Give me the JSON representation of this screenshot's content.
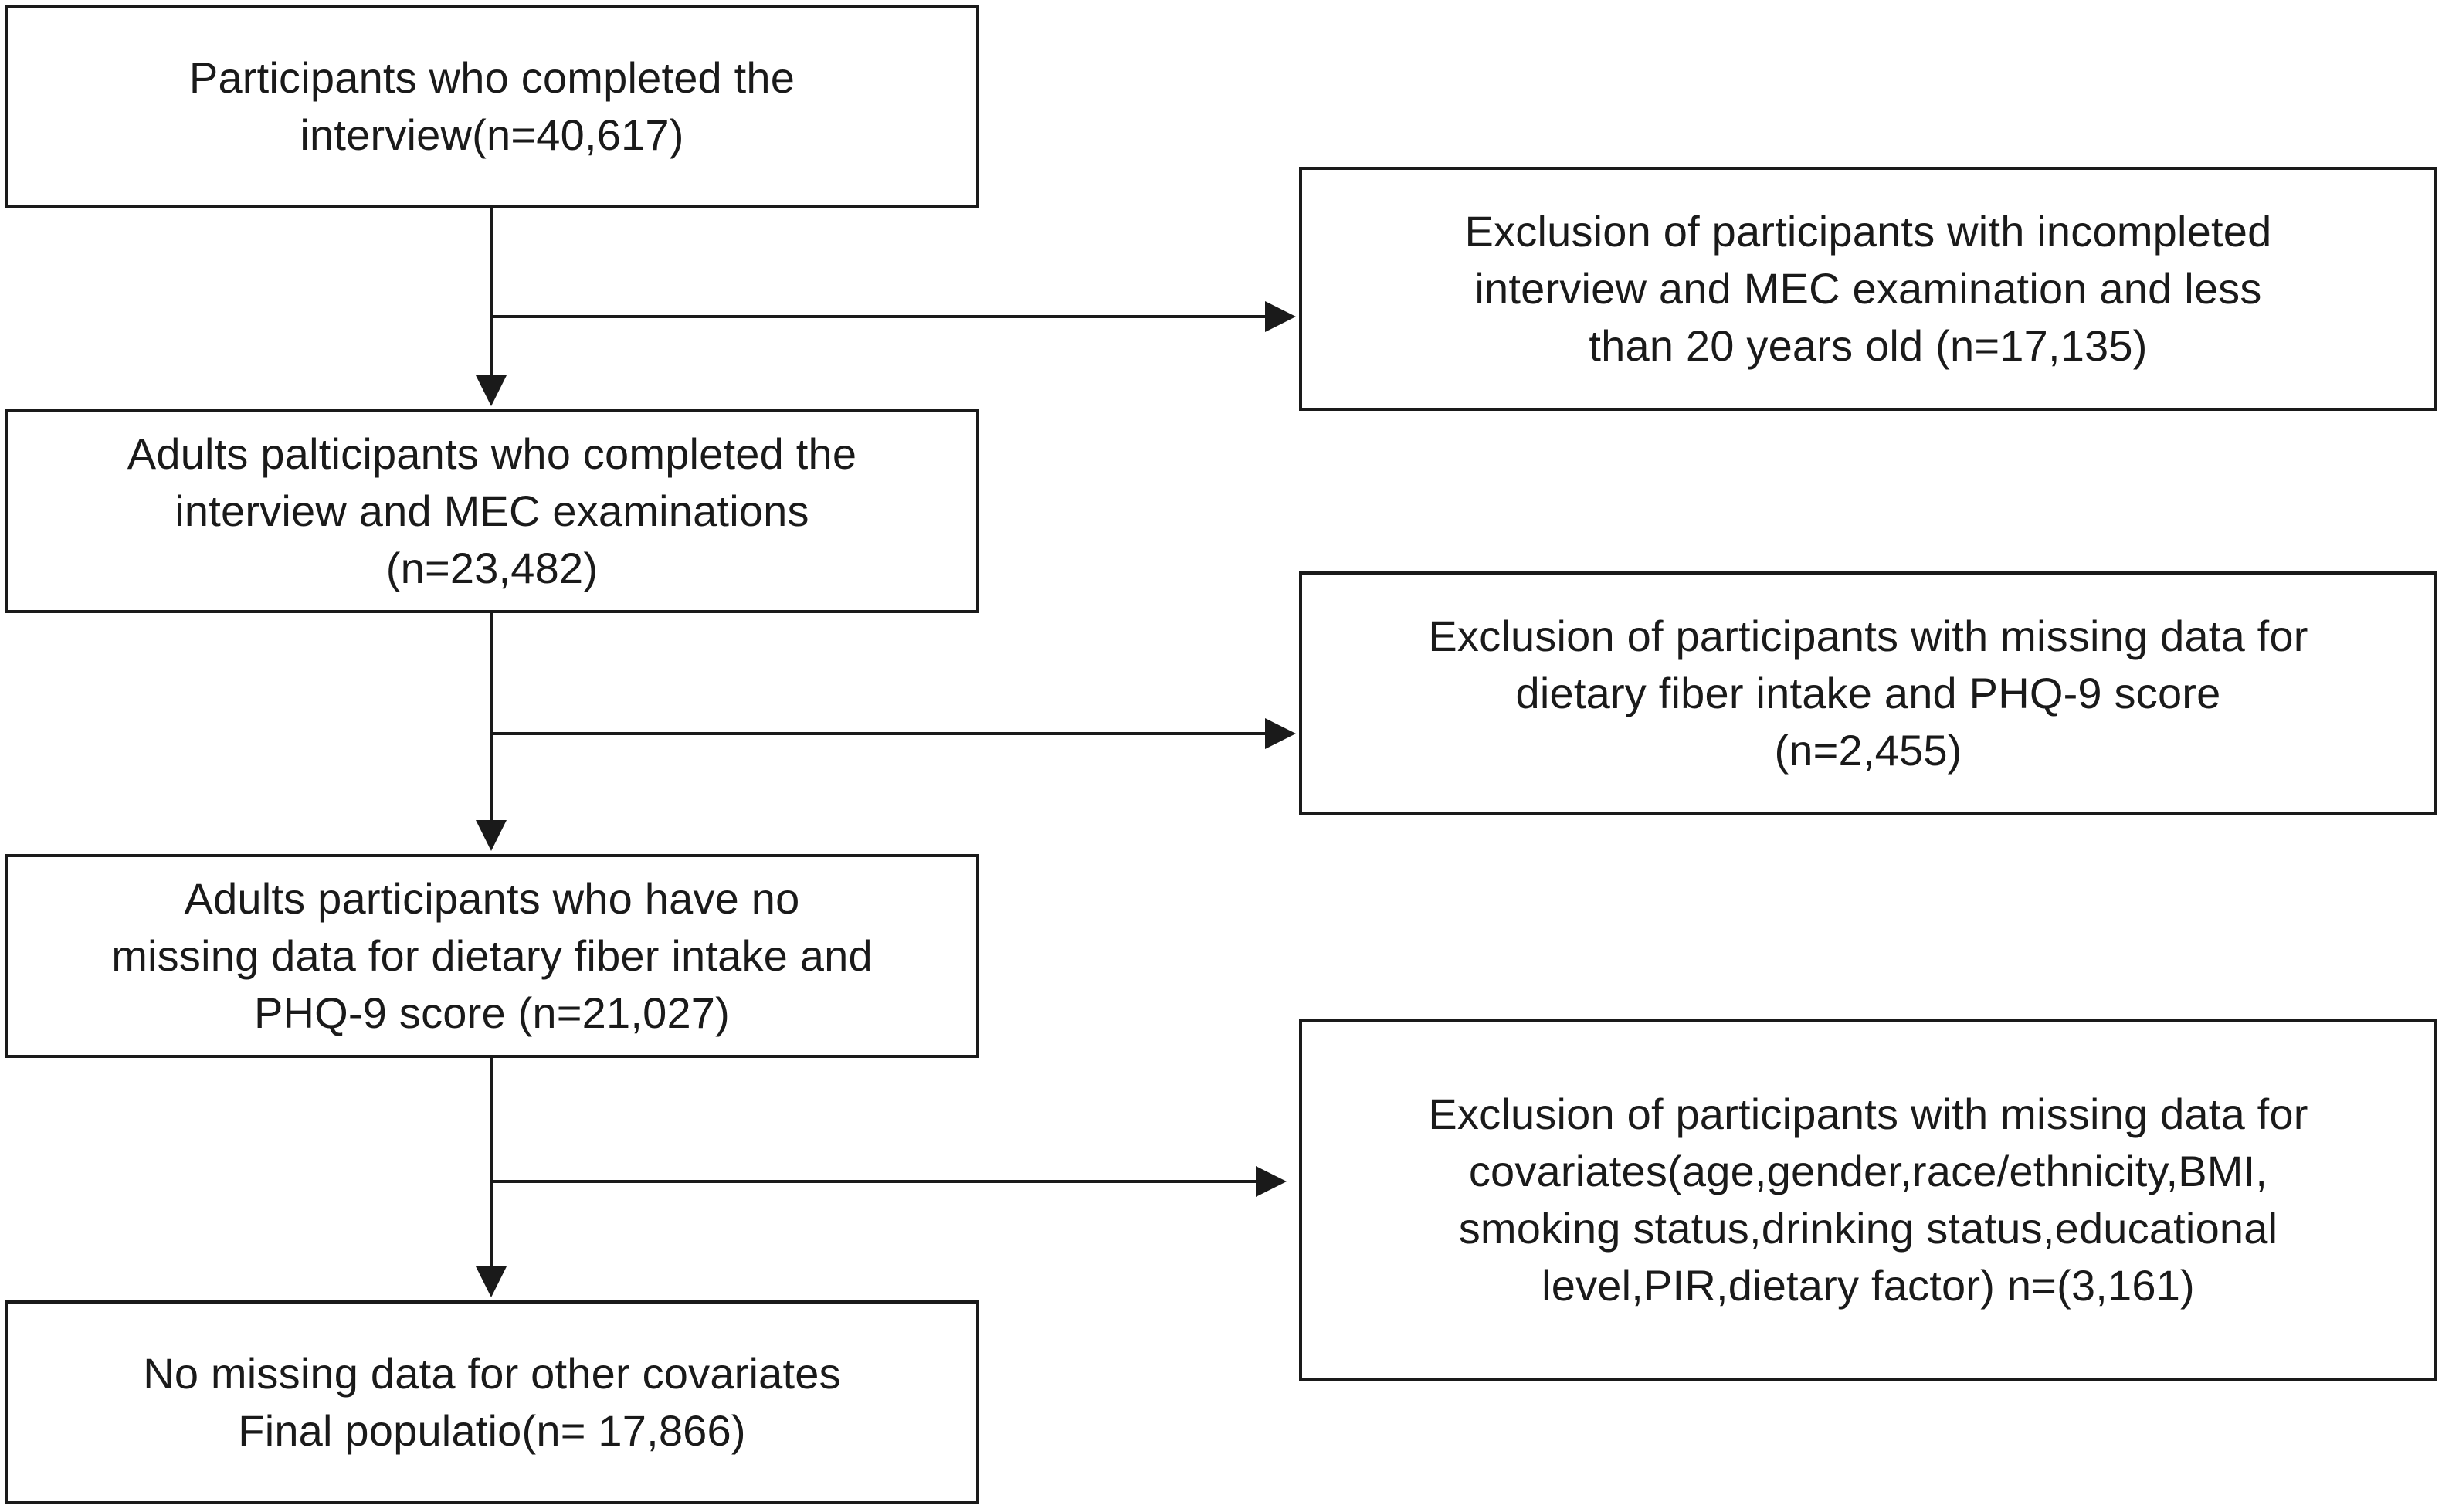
{
  "flowchart": {
    "main_steps": [
      {
        "text": "Participants who completed the\ninterview(n=40,617)"
      },
      {
        "text": "Adults palticipants who completed the\ninterview and MEC examinations\n(n=23,482)"
      },
      {
        "text": "Adults participants who have no\nmissing data for dietary fiber intake and\nPHQ-9 score   (n=21,027)"
      },
      {
        "text": "No missing data for other covariates\nFinal populatio(n= 17,866)"
      }
    ],
    "exclusions": [
      {
        "text": "Exclusion of participants with incompleted\ninterview and MEC examination and less\nthan 20 years old (n=17,135)"
      },
      {
        "text": "Exclusion of participants with missing data for\ndietary fiber intake and PHQ-9 score\n(n=2,455)"
      },
      {
        "text": "Exclusion of participants with missing data for\ncovariates(age,gender,race/ethnicity,BMI,\nsmoking status,drinking status,educational\nlevel,PIR,dietary factor) n=(3,161)"
      }
    ],
    "colors": {
      "line": "#1a1a1a",
      "box_fill": "#ffffff",
      "text": "#1a1a1a"
    }
  }
}
